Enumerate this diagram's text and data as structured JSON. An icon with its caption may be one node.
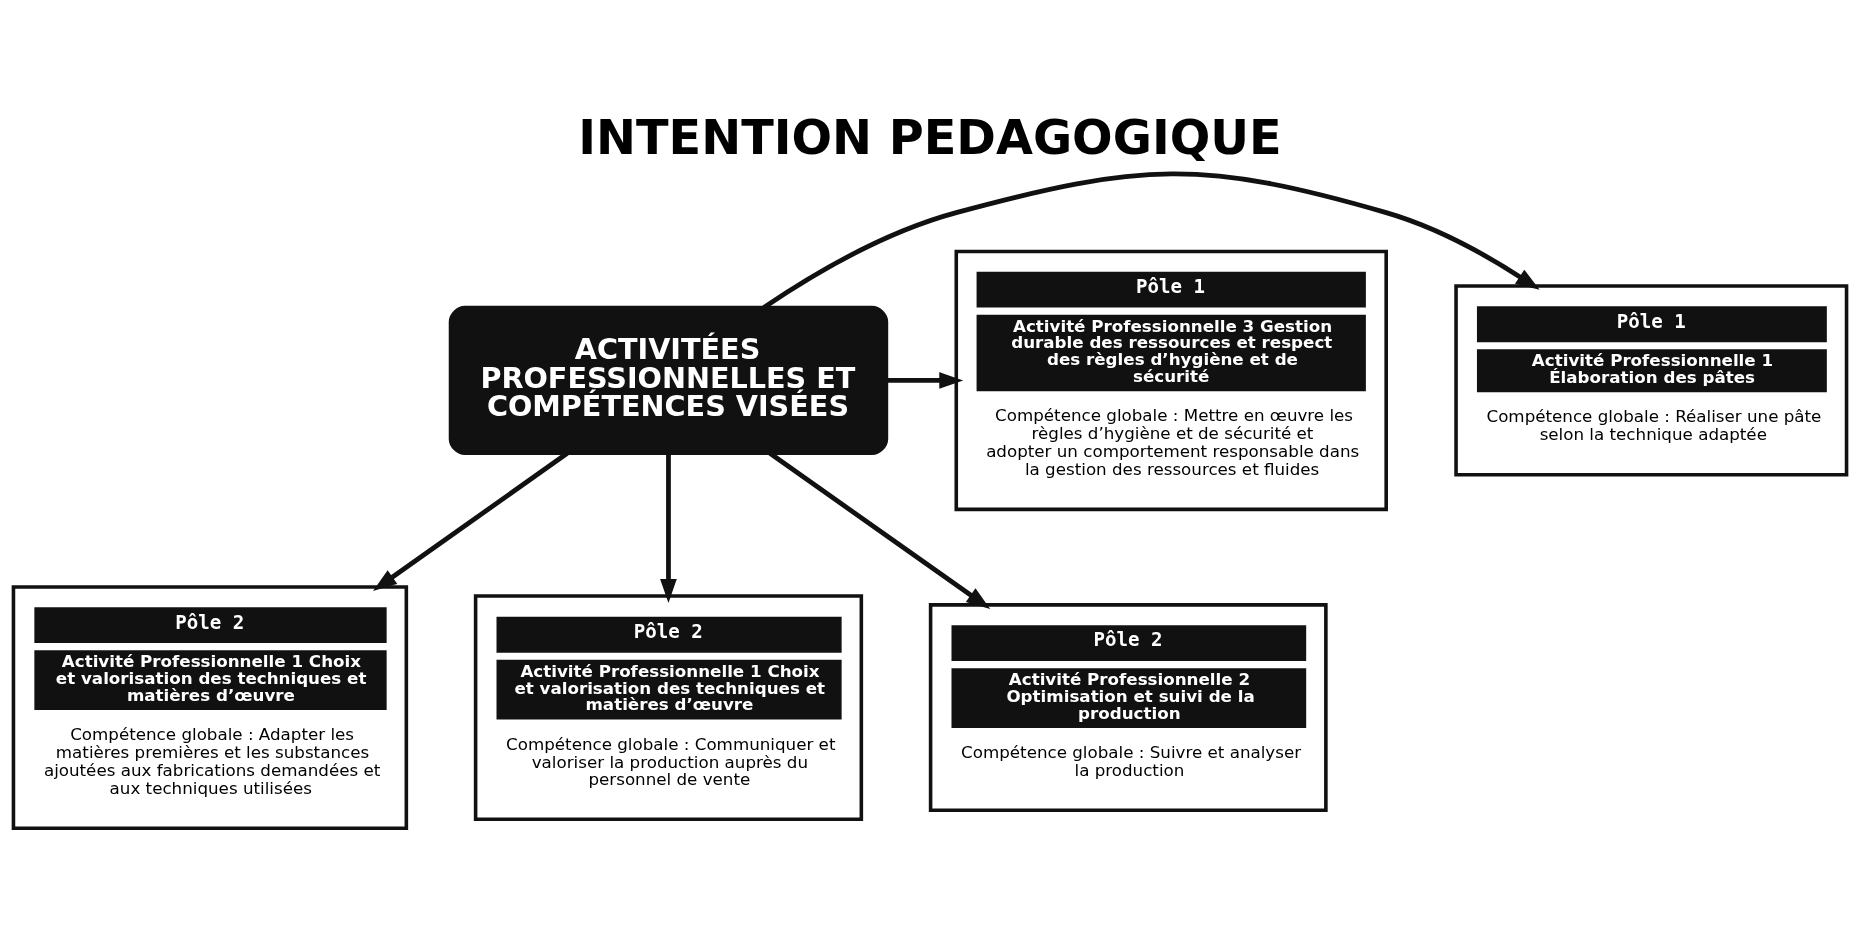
{
  "diagram": {
    "title": "INTENTION PEDAGOGIQUE",
    "nodes": [
      {
        "text": [
          "ACTIVITÉES PROFESSIONNELLES ET COMPÉTENCES VISÉES"
        ]
      },
      {
        "text": [
          "Pôle 1",
          "Activité Professionnelle 1 Élaboration des pâtes",
          "Compétence globale : Réaliser une pâte selon la technique adaptée"
        ]
      },
      {
        "text": [
          "Pôle 1",
          "Activité Professionnelle 3 Gestion durable des ressources et respect des règles d’hygiène et de sécurité",
          "Compétence globale : Mettre en œuvre les règles d’hygiène et de sécurité et adopter un comportement responsable dans la gestion des ressources et fluides"
        ]
      },
      {
        "text": [
          "Pôle 2",
          "Activité Professionnelle 1 Choix et valorisation des techniques et matières d’œuvre",
          "Compétence globale : Adapter les matières premières et les substances ajoutées aux fabrications demandées et aux techniques utilisées"
        ]
      },
      {
        "text": [
          "Pôle 2",
          "Activité Professionnelle 1 Choix et valorisation des techniques et matières d’œuvre",
          "Compétence globale : Communiquer et valoriser la production auprès du personnel de vente"
        ]
      },
      {
        "text": [
          "Pôle 2",
          "Activité Professionnelle 2 Optimisation et suivi de la production",
          "Compétence globale : Suivre et analyser la production"
        ]
      }
    ],
    "edges": [
      {
        "from": 0,
        "to": 1,
        "arrow": "to"
      },
      {
        "from": 0,
        "to": 2,
        "arrow": "to"
      },
      {
        "from": 0,
        "to": 3,
        "arrow": "to"
      },
      {
        "from": 0,
        "to": 4,
        "arrow": "to"
      },
      {
        "from": 0,
        "to": 5,
        "arrow": "to"
      }
    ]
  }
}
